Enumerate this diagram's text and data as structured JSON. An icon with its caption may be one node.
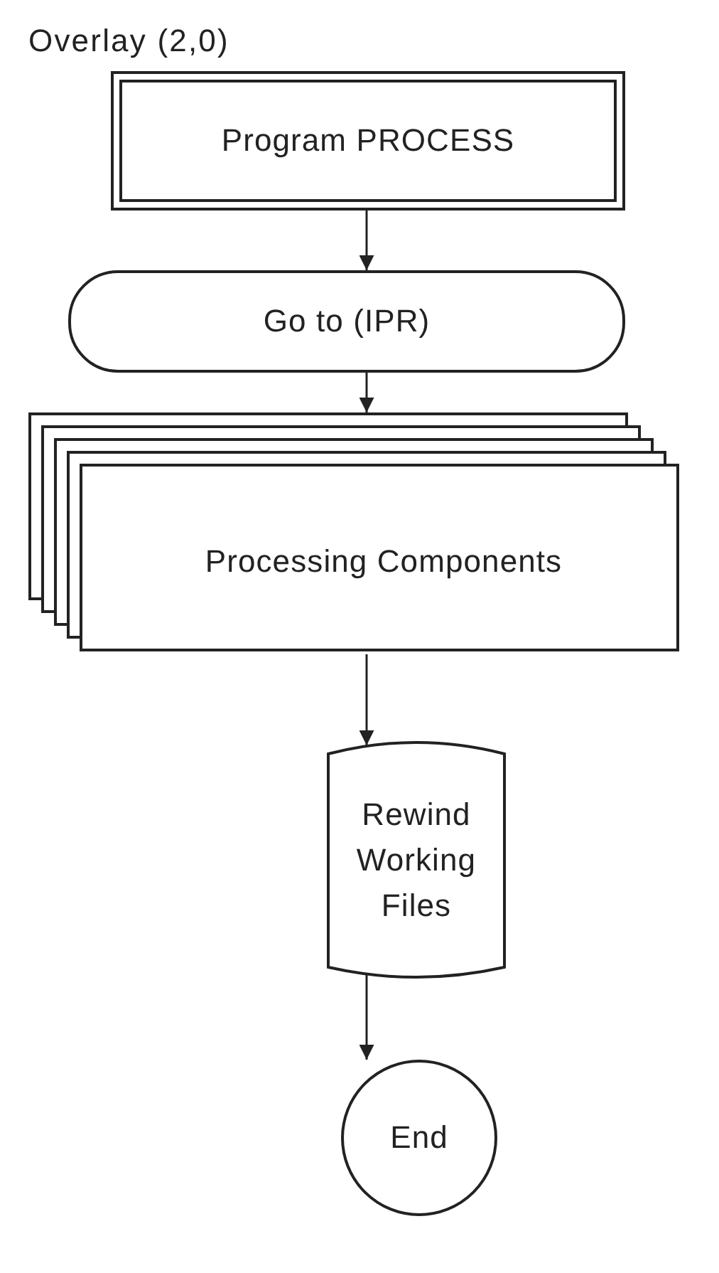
{
  "diagram": {
    "title": "Overlay (2,0)",
    "nodes": [
      {
        "text": [
          "Program PROCESS"
        ]
      },
      {
        "text": [
          "Go to (IPR)"
        ]
      },
      {
        "text": [
          "Processing Components"
        ]
      },
      {
        "text": [
          "Rewind Working Files"
        ]
      },
      {
        "text": [
          "End"
        ]
      }
    ],
    "edges": [
      {
        "from": 0,
        "to": 1,
        "arrow": "to"
      },
      {
        "from": 1,
        "to": 2,
        "arrow": "to"
      },
      {
        "from": 2,
        "to": 3,
        "arrow": "to"
      },
      {
        "from": 3,
        "to": 4,
        "arrow": "to"
      }
    ]
  }
}
